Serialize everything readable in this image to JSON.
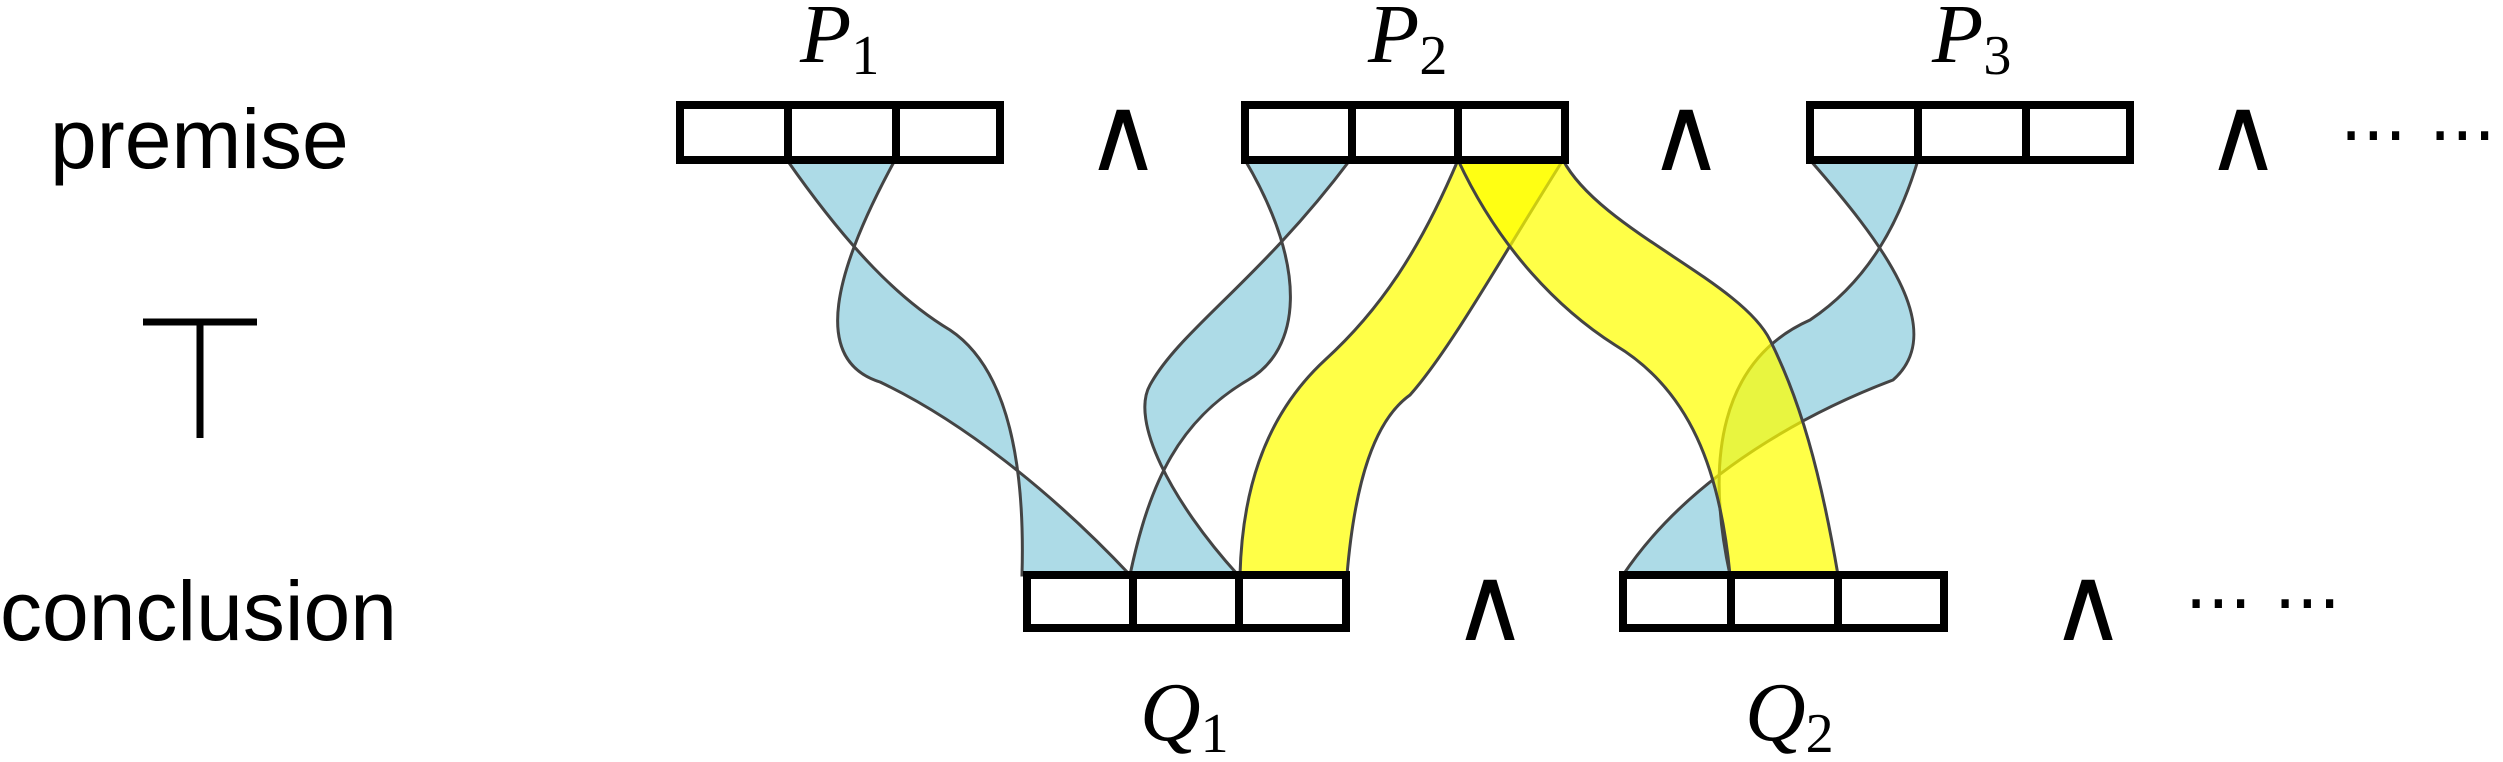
{
  "labels": {
    "premise": "premise",
    "conclusion": "conclusion",
    "entails": "⊤"
  },
  "premises": [
    {
      "letter": "P",
      "sub": "1"
    },
    {
      "letter": "P",
      "sub": "2"
    },
    {
      "letter": "P",
      "sub": "3"
    }
  ],
  "conclusions": [
    {
      "letter": "Q",
      "sub": "1"
    },
    {
      "letter": "Q",
      "sub": "2"
    }
  ],
  "connective": "∧",
  "ellipsis": "··· ···",
  "colors": {
    "blue": "#a9d9e6",
    "yellow": "#ffff00",
    "stroke": "#000000"
  }
}
